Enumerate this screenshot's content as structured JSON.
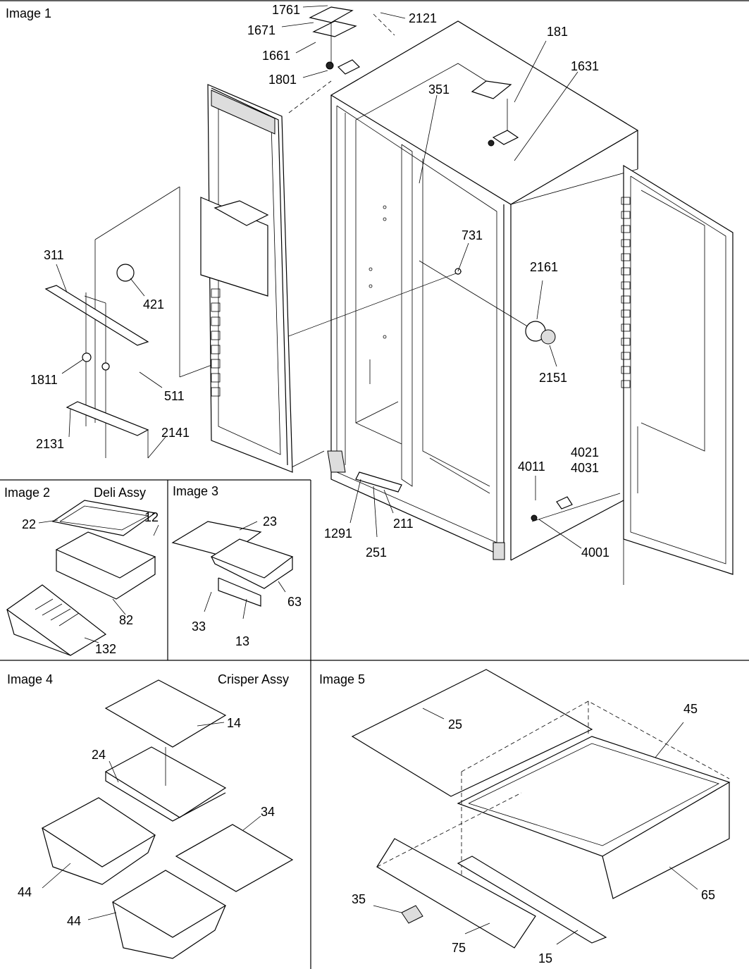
{
  "panels": {
    "p1": {
      "title": "Image 1"
    },
    "p2": {
      "title": "Image 2",
      "subtitle": "Deli Assy"
    },
    "p3": {
      "title": "Image 3"
    },
    "p4": {
      "title": "Image 4",
      "subtitle": "Crisper Assy"
    },
    "p5": {
      "title": "Image 5"
    }
  },
  "labels": {
    "p1": [
      "1761",
      "1671",
      "1661",
      "1801",
      "2121",
      "181",
      "1631",
      "351",
      "311",
      "421",
      "1811",
      "511",
      "2131",
      "2141",
      "731",
      "2161",
      "2151",
      "4021",
      "4031",
      "4011",
      "4001",
      "1291",
      "251",
      "211"
    ],
    "p2": [
      "22",
      "12",
      "82",
      "132"
    ],
    "p3": [
      "23",
      "63",
      "33",
      "13"
    ],
    "p4": [
      "14",
      "24",
      "34",
      "44",
      "44"
    ],
    "p5": [
      "25",
      "45",
      "65",
      "35",
      "75",
      "15"
    ]
  }
}
